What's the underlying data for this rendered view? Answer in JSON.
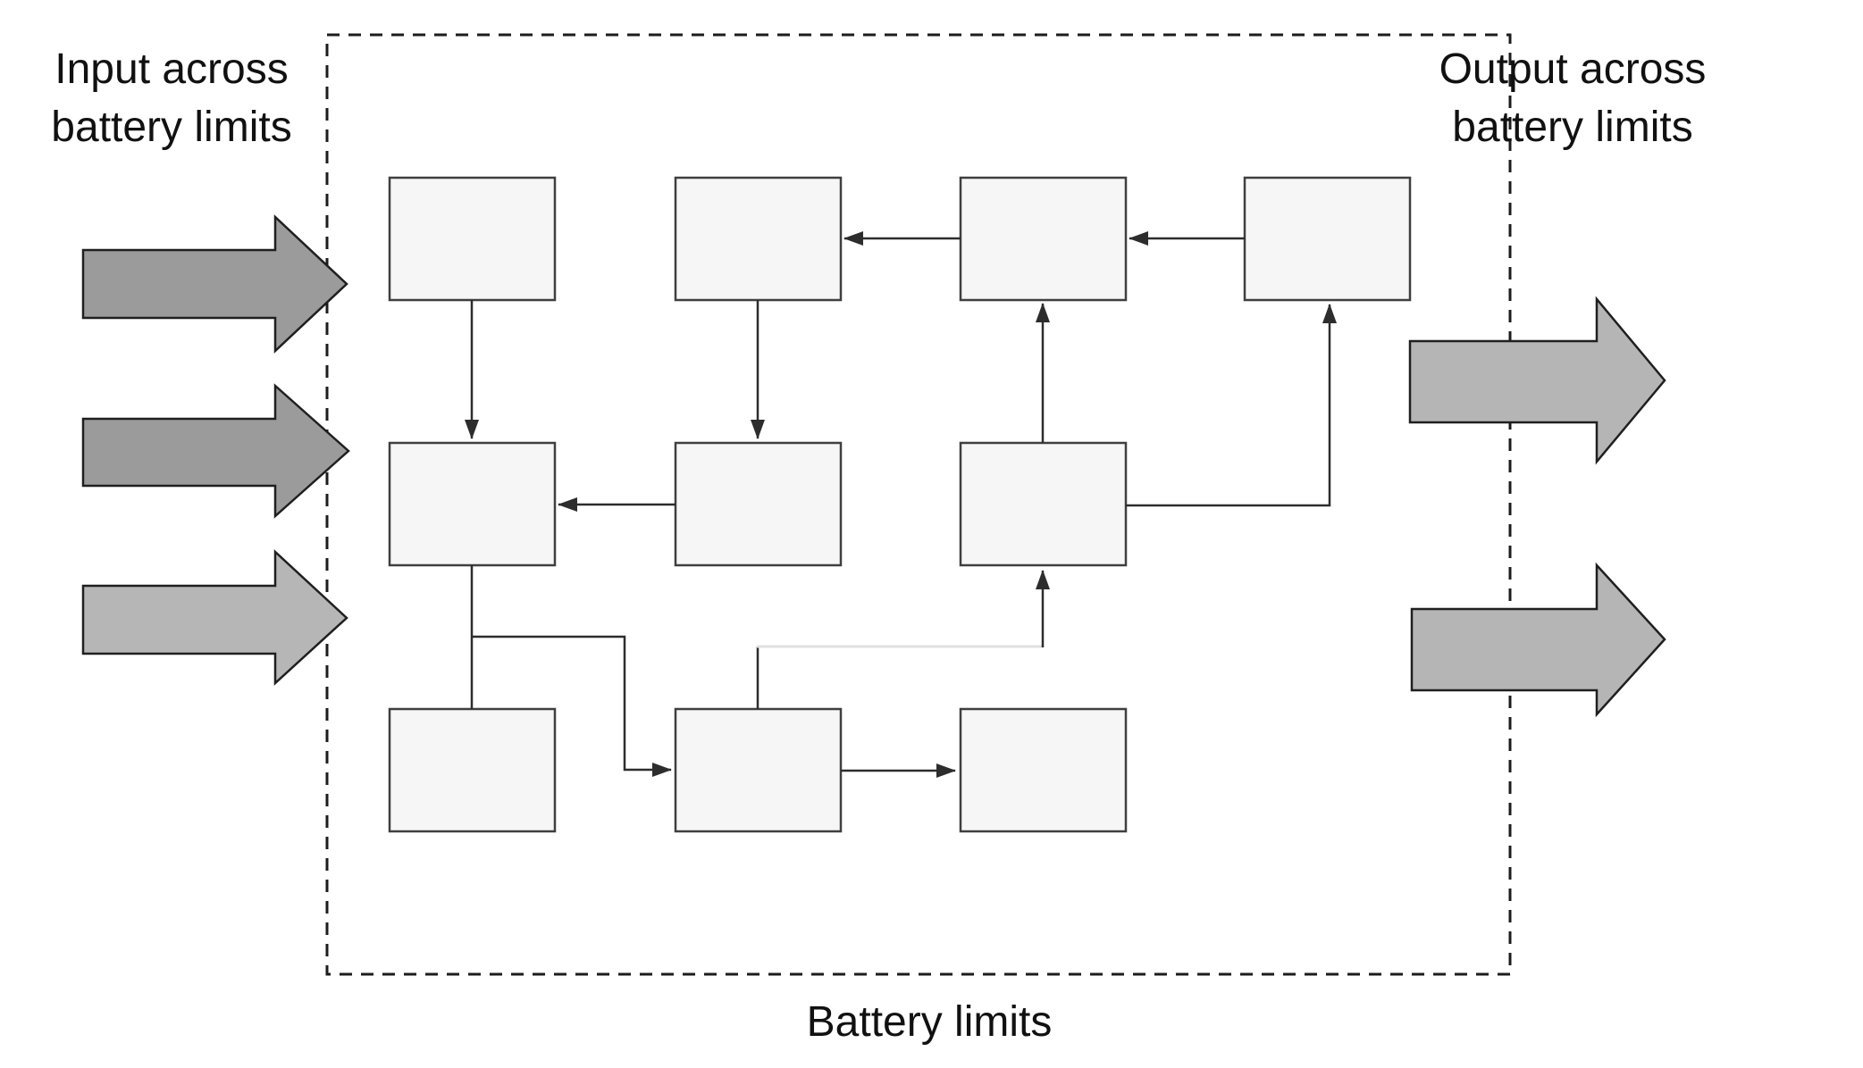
{
  "diagram": {
    "type": "block-flow-diagram",
    "input_label": {
      "line1": "Input across",
      "line2": "battery limits"
    },
    "output_label": {
      "line1": "Output across",
      "line2": "battery limits"
    },
    "boundary_caption": "Battery limits",
    "process_box_count": 10,
    "input_arrow_count": 3,
    "output_arrow_count": 2
  },
  "colors": {
    "background": "#ffffff",
    "box_fill": "#f6f6f6",
    "box_border": "#3f3f3f",
    "connector": "#2d2d2d",
    "connector_light": "#e0e0e0",
    "dashed_border": "#1c1c1c",
    "input_arrow_dark": "#9b9b9b",
    "input_arrow_light": "#b6b6b6",
    "output_arrow": "#b5b5b5",
    "arrow_outline": "#1f1f1f",
    "text": "#111111"
  }
}
